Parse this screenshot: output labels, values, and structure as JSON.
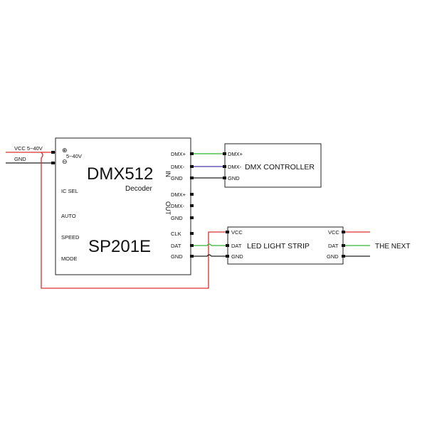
{
  "power": {
    "vcc_label": "VCC 5~40V",
    "gnd_label": "GND",
    "plus_symbol": "⊕",
    "minus_symbol": "⊖",
    "range": "5~40V"
  },
  "decoder": {
    "title": "DMX512",
    "subtitle": "Decoder",
    "model": "SP201E",
    "left_labels": [
      "IC SEL",
      "AUTO",
      "SPEED",
      "MODE"
    ],
    "in_label": "IN",
    "out_label": "OUT",
    "in_pins": [
      "DMX+",
      "DMX-",
      "GND"
    ],
    "out_pins": [
      "DMX+",
      "DMX-",
      "GND"
    ],
    "strip_pins": [
      "CLK",
      "DAT",
      "GND"
    ]
  },
  "controller": {
    "title": "DMX CONTROLLER",
    "pins": [
      "DMX+",
      "DMX-",
      "GND"
    ]
  },
  "strip": {
    "title": "LED LIGHT STRIP",
    "left_pins": [
      "VCC",
      "DAT",
      "GND"
    ],
    "right_pins": [
      "VCC",
      "DAT",
      "GND"
    ],
    "next_label": "THE NEXT"
  },
  "colors": {
    "vcc_wire": "#d93030",
    "data_wire": "#33b533",
    "dmx_minus_wire": "#4a36a8",
    "gnd_wire": "#222222"
  }
}
